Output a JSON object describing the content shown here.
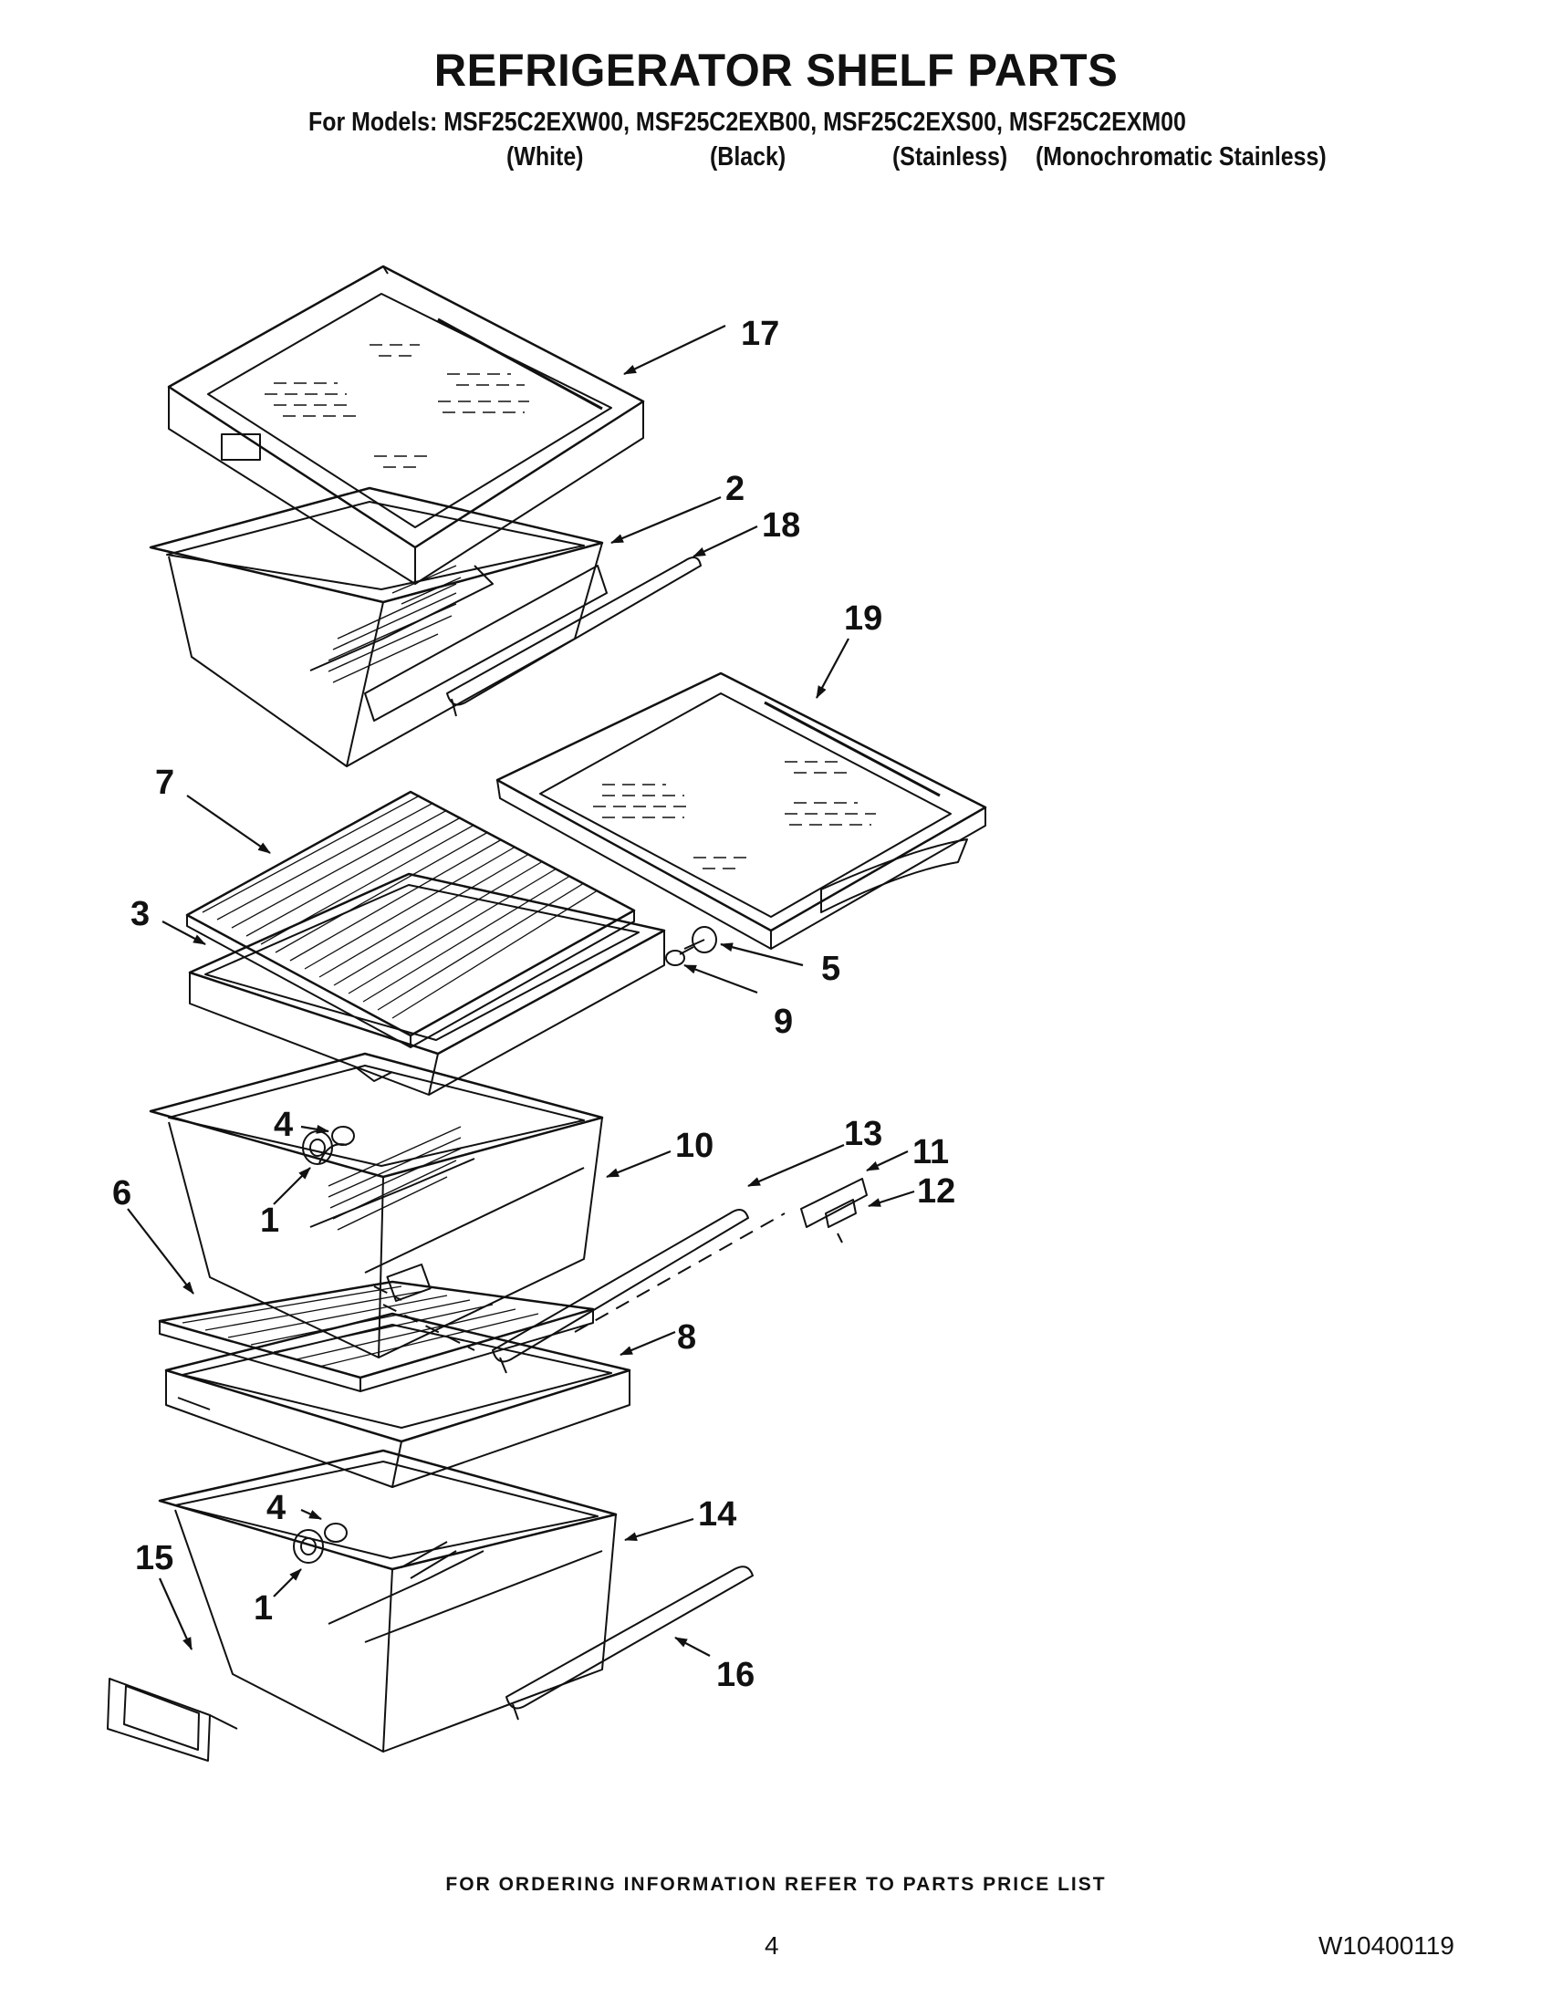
{
  "header": {
    "title": "REFRIGERATOR SHELF PARTS",
    "models_line": "For Models: MSF25C2EXW00, MSF25C2EXB00, MSF25C2EXS00, MSF25C2EXM00",
    "variants": [
      "(White)",
      "(Black)",
      "(Stainless)",
      "(Monochromatic Stainless)"
    ]
  },
  "callouts": [
    "17",
    "2",
    "18",
    "19",
    "7",
    "3",
    "5",
    "9",
    "4",
    "10",
    "13",
    "11",
    "12",
    "1",
    "6",
    "8",
    "4",
    "14",
    "15",
    "1",
    "16"
  ],
  "footer": {
    "ordering_note": "FOR ORDERING INFORMATION REFER TO PARTS PRICE LIST",
    "page_number": "4",
    "document_number": "W10400119"
  }
}
